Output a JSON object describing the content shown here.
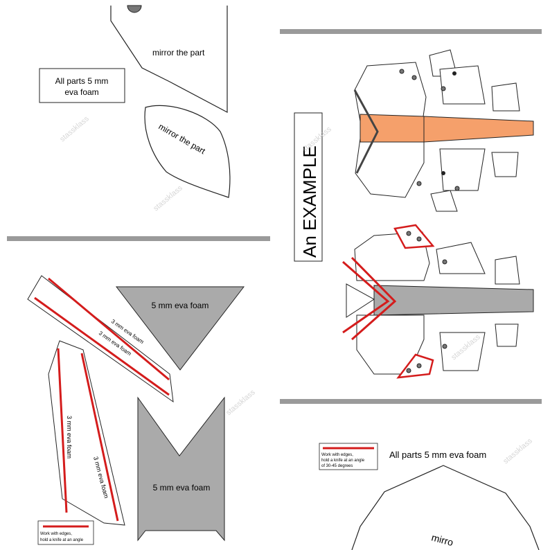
{
  "top_left": {
    "box_label_line1": "All parts 5 mm",
    "box_label_line2": "eva foam",
    "mirror_label_1": "mirror the part",
    "mirror_label_2": "mirror the part"
  },
  "bottom_left": {
    "triangle_label": "5 mm eva foam",
    "notch_label": "5 mm eva foam",
    "strip_label_1": "3 mm eva foam",
    "strip_label_2": "3 mm eva foam",
    "strip_label_3": "3 mm eva foam",
    "strip_label_4": "3 mm eva foam",
    "note_line1": "Work with edges,",
    "note_line2": "hold a knife at an angle"
  },
  "right": {
    "example_label": "An EXAMPLE"
  },
  "bottom_right": {
    "note_line1": "Work with edges,",
    "note_line2": "hold a knife at an angle",
    "note_line3": "of 30-45 degrees",
    "all_parts_label": "All parts 5 mm eva foam",
    "mirror_label": "mirro"
  },
  "watermark": "stassklass",
  "colors": {
    "orange": "#f5a06b",
    "red": "#d41c1c",
    "gray_fill": "#aaaaaa",
    "divider": "#9a9a9a"
  }
}
